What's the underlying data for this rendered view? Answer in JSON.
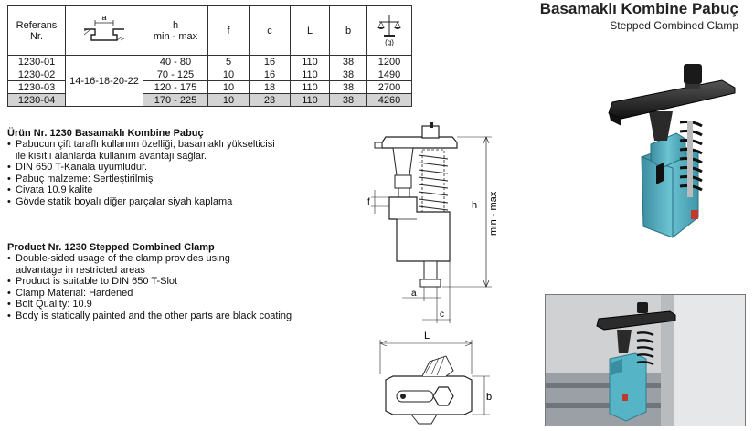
{
  "title": {
    "tr": "Basamaklı Kombine Pabuç",
    "en": "Stepped Combined Clamp"
  },
  "table": {
    "headers": {
      "ref": "Referans\nNr.",
      "a_label": "a",
      "h": "h",
      "h_range": "min - max",
      "f": "f",
      "c": "c",
      "L": "L",
      "b": "b",
      "g": "(g)"
    },
    "shared_slot": "14-16-18-20-22",
    "rows": [
      {
        "ref": "1230-01",
        "h": "40 - 80",
        "f": "5",
        "c": "16",
        "L": "110",
        "b": "38",
        "g": "1200"
      },
      {
        "ref": "1230-02",
        "h": "70 - 125",
        "f": "10",
        "c": "16",
        "L": "110",
        "b": "38",
        "g": "1490"
      },
      {
        "ref": "1230-03",
        "h": "120 - 175",
        "f": "10",
        "c": "18",
        "L": "110",
        "b": "38",
        "g": "2700"
      },
      {
        "ref": "1230-04",
        "h": "170 - 225",
        "f": "10",
        "c": "23",
        "L": "110",
        "b": "38",
        "g": "4260"
      }
    ]
  },
  "tr_section": {
    "title": "Ürün Nr. 1230 Basamaklı Kombine Pabuç",
    "bullets": [
      "Pabucun çift taraflı kullanım özelliği; basamaklı yükselticisi\nile kısıtlı alanlarda kullanım avantajı sağlar.",
      "DIN 650 T-Kanala uyumludur.",
      "Pabuç malzeme: Sertleştirilmiş",
      "Civata 10.9 kalite",
      "Gövde statik boyalı diğer parçalar siyah kaplama"
    ]
  },
  "en_section": {
    "title": "Product Nr. 1230 Stepped Combined Clamp",
    "bullets": [
      "Double-sided usage of the clamp provides using\nadvantage in restricted areas",
      "Product is suitable to DIN 650 T-Slot",
      "Clamp Material:  Hardened",
      "Bolt Quality: 10.9",
      "Body is statically painted and the other parts are black coating"
    ]
  },
  "drawing": {
    "f": "f",
    "h": "h",
    "h_range": "min - max",
    "a": "a",
    "c": "c",
    "L": "L",
    "b": "b"
  },
  "colors": {
    "body": "#5fb8c8",
    "body_dark": "#3b8da0",
    "black_parts": "#222222",
    "header_gray": "#d3d3d3"
  }
}
